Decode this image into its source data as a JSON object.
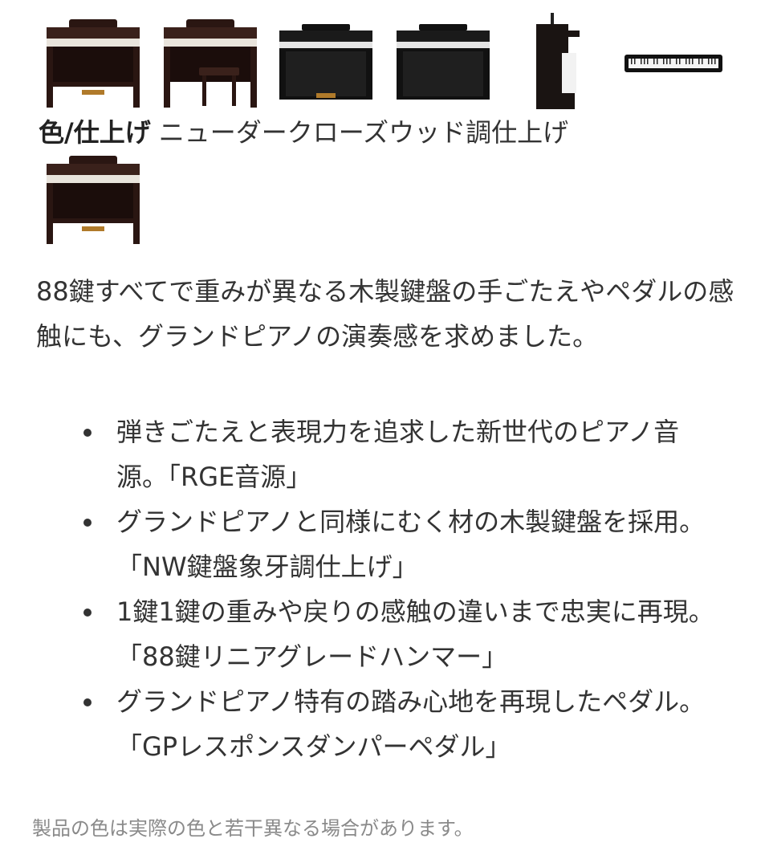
{
  "products": {
    "variants": [
      {
        "name": "upright-rosewood-piano-icon"
      },
      {
        "name": "upright-rosewood-piano-bench-icon"
      },
      {
        "name": "upright-black-piano-icon"
      },
      {
        "name": "upright-black-piano-alt-icon"
      },
      {
        "name": "upright-side-view-piano-icon"
      },
      {
        "name": "slim-keyboard-piano-icon"
      }
    ],
    "color_label": "色/仕上げ",
    "color_value": "ニューダークローズウッド調仕上げ",
    "selected_variant": "upright-rosewood-piano-icon"
  },
  "description": "88鍵すべてで重みが異なる木製鍵盤の手ごたえやペダルの感触にも、グランドピアノの演奏感を求めました。",
  "features": [
    "弾きごたえと表現力を追求した新世代のピアノ音源。「RGE音源」",
    "グランドピアノと同様にむく材の木製鍵盤を採用。「NW鍵盤象牙調仕上げ」",
    "1鍵1鍵の重みや戻りの感触の違いまで忠実に再現。「88鍵リニアグレードハンマー」",
    "グランドピアノ特有の踏み心地を再現したペダル。「GPレスポンスダンパーペダル」"
  ],
  "note": "製品の色は実際の色と若干異なる場合があります。",
  "colors": {
    "rosewood": "#2a1612",
    "black": "#111111",
    "text": "#333333",
    "note": "#8a8a8a"
  }
}
